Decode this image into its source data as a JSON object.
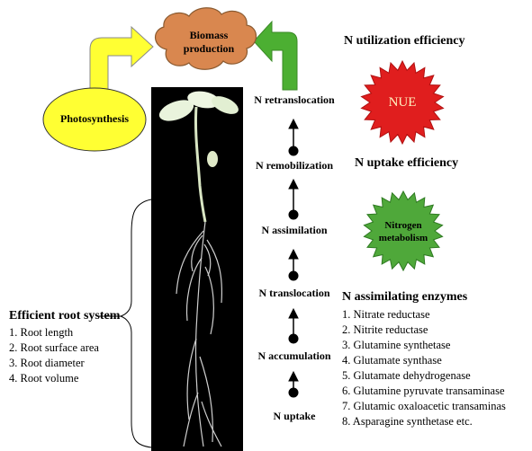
{
  "center": {
    "biomass": "Biomass production",
    "photosynthesis": "Photosynthesis"
  },
  "steps": [
    "N retranslocation",
    "N remobilization",
    "N assimilation",
    "N translocation",
    "N accumulation",
    "N uptake"
  ],
  "right": {
    "nue_heading": "N utilization efficiency",
    "nue_badge": "NUE",
    "uptake_heading": "N uptake efficiency",
    "metabolism_badge": "Nitrogen metabolism",
    "enzymes_title": "N assimilating enzymes",
    "enzymes": [
      "1. Nitrate reductase",
      "2. Nitrite reductase",
      "3. Glutamine synthetase",
      "4. Glutamate synthase",
      "5. Glutamate dehydrogenase",
      "6. Glutamine pyruvate transaminase",
      "7. Glutamic oxaloacetic transaminas",
      "8. Asparagine synthetase etc."
    ]
  },
  "left": {
    "root_title": "Efficient root system",
    "root_items": [
      "1. Root length",
      "2. Root surface area",
      "3. Root diameter",
      "4. Root volume"
    ]
  },
  "colors": {
    "biomass_fill": "#d9874f",
    "photosynthesis_fill": "#ffff33",
    "yellow_arrow": "#ffff33",
    "green_arrow": "#4caf32",
    "nue_fill": "#e01e1e",
    "metabolism_fill": "#4fa83a"
  }
}
